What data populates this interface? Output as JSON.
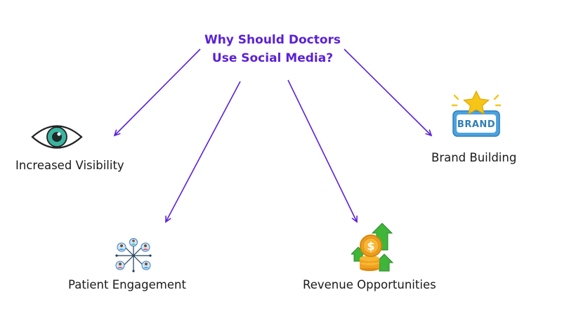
{
  "title": {
    "line1": "Why Should Doctors",
    "line2": "Use Social Media?"
  },
  "nodes": [
    {
      "label": "Increased Visibility",
      "icon": "eye-icon"
    },
    {
      "label": "Patient Engagement",
      "icon": "network-people-icon"
    },
    {
      "label": "Revenue Opportunities",
      "icon": "coins-up-arrows-icon"
    },
    {
      "label": "Brand Building",
      "icon": "brand-star-icon"
    }
  ],
  "badge_text": "BRAND",
  "coin_symbol": "$",
  "colors": {
    "title": "#5b21d6",
    "arrow": "#5b21d6",
    "text": "#1a1a1a",
    "eye_iris": "#3bb3a0",
    "brand_badge": "#4aa3df",
    "star": "#f5c518",
    "coin": "#f0a020",
    "arrow_up": "#3fb53a"
  }
}
